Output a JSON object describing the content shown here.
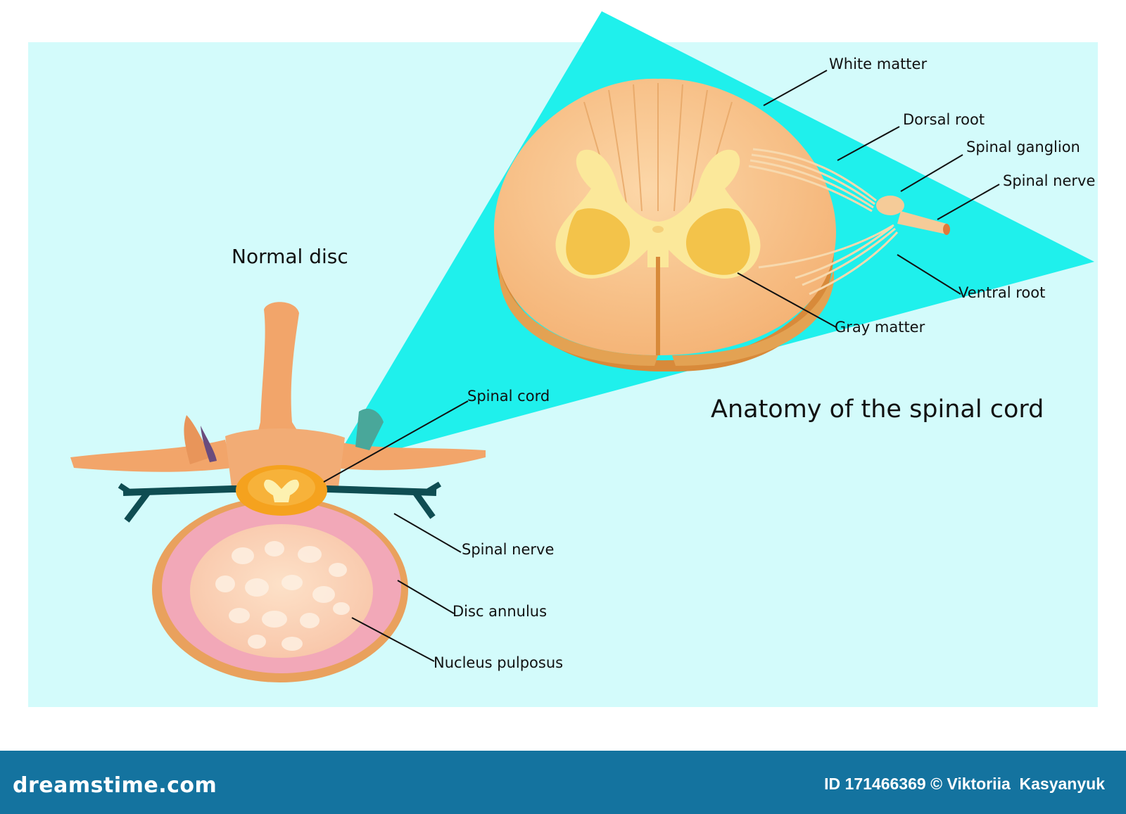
{
  "diagram": {
    "left_title": "Normal disc",
    "right_title": "Anatomy of the spinal cord",
    "labels": {
      "white_matter": "White matter",
      "dorsal_root": "Dorsal root",
      "spinal_ganglion": "Spinal ganglion",
      "spinal_nerve_cord": "Spinal nerve",
      "ventral_root": "Ventral root",
      "gray_matter": "Gray matter",
      "spinal_cord": "Spinal cord",
      "spinal_nerve_disc": "Spinal nerve",
      "disc_annulus": "Disc annulus",
      "nucleus_pulposus": "Nucleus pulposus"
    }
  },
  "footer": {
    "brand": "dreamstime.com",
    "credit": "ID 171466369 © Viktoriia  Kasyanyuk"
  },
  "colors": {
    "panel": "#d3fbfb",
    "zoom_cone": "#1ff0ec",
    "cord_tissue": "#f8c088",
    "gray_matter": "#fbd85a",
    "disc_annulus": "#f2a8b8",
    "nucleus": "#fcd5b6",
    "nerve": "#0f4d52",
    "footer": "#14739f"
  }
}
